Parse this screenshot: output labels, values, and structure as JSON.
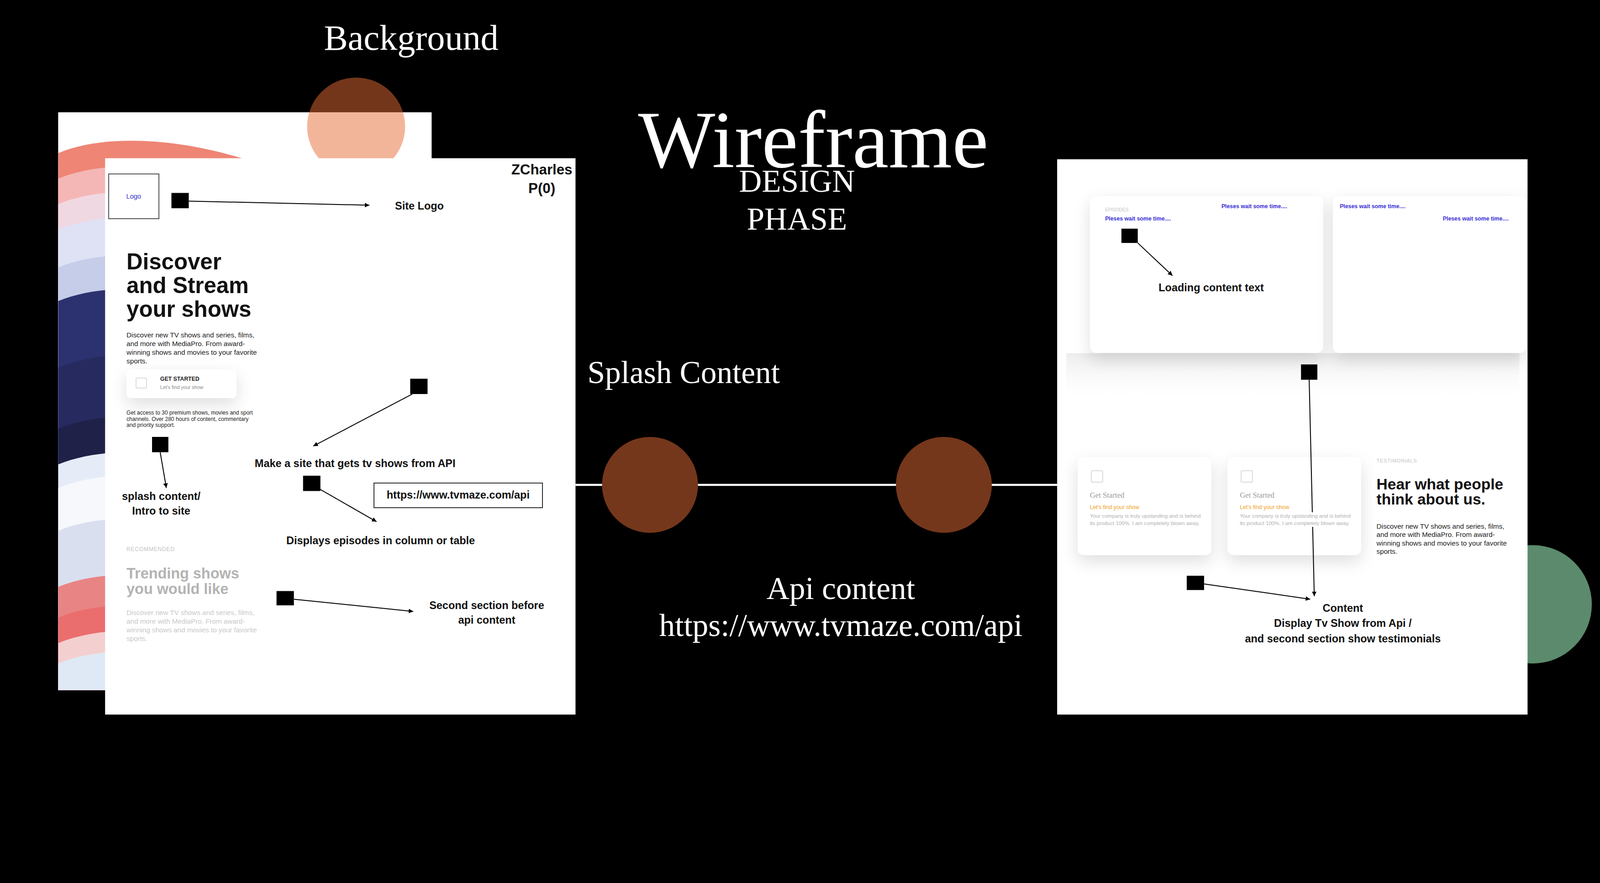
{
  "diagram": {
    "title": "Wireframe",
    "nodes": [
      {
        "text": [
          "Discover and Stream your shows",
          "Discover new TV shows and series, films, and more with MediaPro. From award-winning shows and movies to your favorite sports.",
          "Get access to 30 premium shows, movies and sport channels. Over 280 hours of content, commentary and priority support.",
          "RECOMMENDED",
          "Trending shows you would like",
          "Discover new TV shows and series, films, and more with MediaPro. From award-winning shows and movies to your favorite sports."
        ]
      },
      {
        "text": [
          "Logo"
        ],
        "in": 0
      },
      {
        "text": [
          "GET STARTED",
          "Let's find your show"
        ],
        "in": 0
      },
      {
        "text": [
          "https://www.tvmaze.com/api"
        ],
        "in": 0
      },
      {
        "text": [
          "TESTIMONIALS",
          "Hear what people think about us.",
          "Discover new TV shows and series, films, and more with MediaPro. From award-winning shows and movies to your favorite sports."
        ]
      },
      {
        "text": [
          "EPISODES",
          "Pleses wait some time....",
          "Pleses wait some time...."
        ],
        "in": 4
      },
      {
        "text": [
          "Pleses wait some time....",
          "Pleses wait some time...."
        ],
        "in": 4
      },
      {
        "text": [
          "Get Started",
          "Let's find your show",
          "Your company is truly upstanding and is behind its product 100%. I am completely blown away."
        ],
        "in": 4
      },
      {
        "text": [
          "Get Started",
          "Let's find your show",
          "Your company is truly upstanding and is behind its product 100%. I am completely blown away."
        ],
        "in": 4
      }
    ],
    "labels": [
      "Background",
      "DESIGN PHASE",
      "ZCharles P(0)",
      "Site Logo",
      "Make a site that gets tv shows from API",
      "splash content/ Intro to site",
      "Displays episodes in column or table",
      "Second section before api content",
      "Splash Content",
      "Api content",
      "https://www.tvmaze.com/api",
      "Loading content text",
      "Content",
      "Display Tv Show from Api /",
      "and second section show testimonials"
    ]
  }
}
